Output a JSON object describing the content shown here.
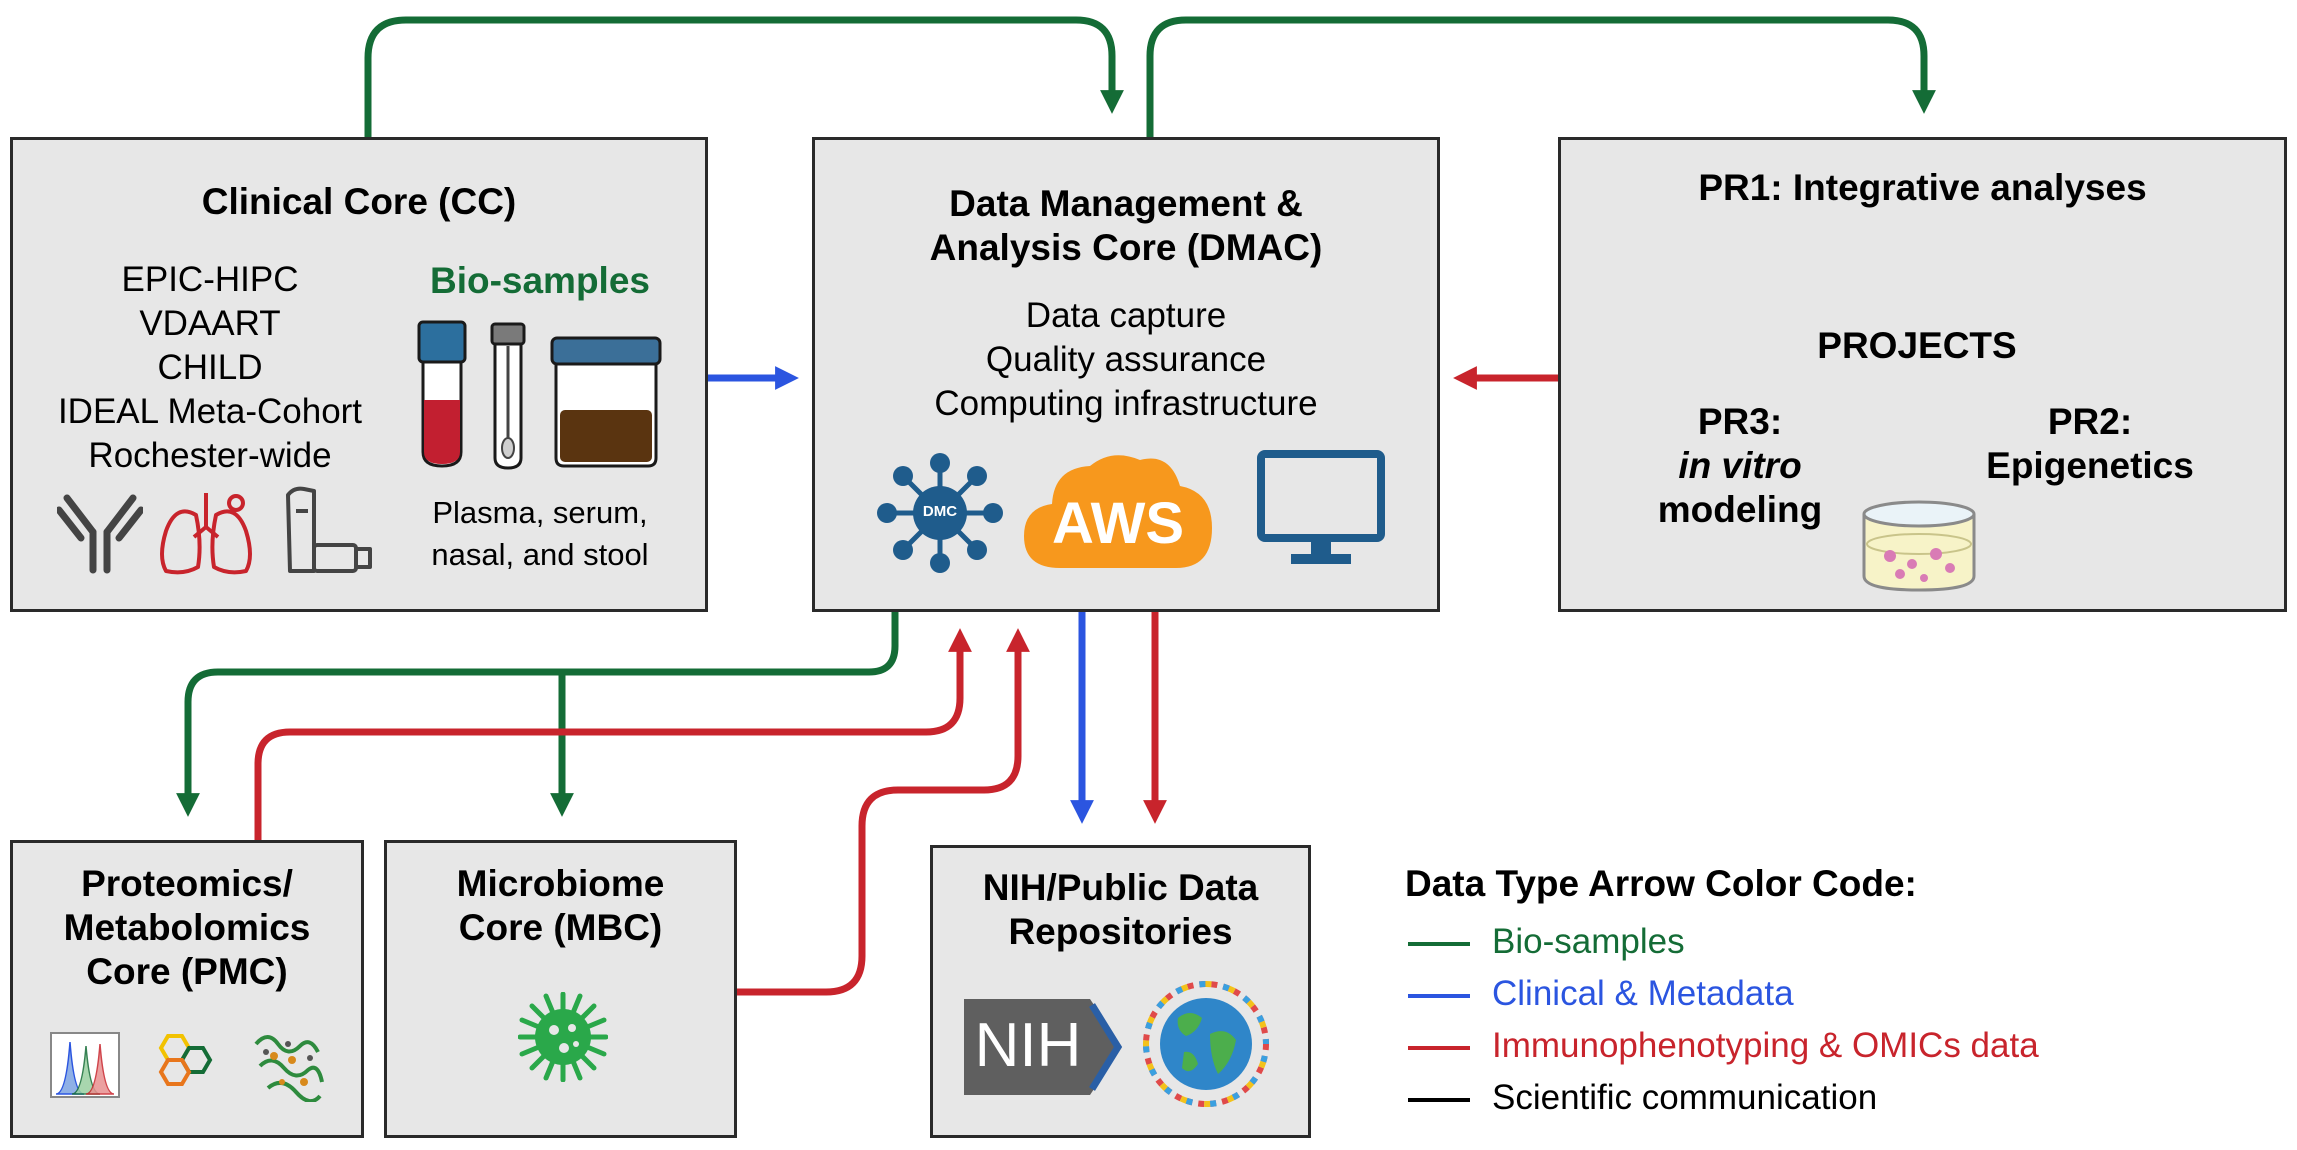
{
  "colors": {
    "green": "#146c36",
    "blue": "#2b55e0",
    "red": "#c8242c",
    "black": "#000000",
    "box_fill": "#e7e7e7",
    "aws_orange": "#f7981d",
    "icon_blue": "#1f5c8c"
  },
  "clinical_core": {
    "title": "Clinical Core (CC)",
    "cohorts": [
      "EPIC-HIPC",
      "VDAART",
      "CHILD",
      "IDEAL Meta-Cohort",
      "Rochester-wide"
    ],
    "biosamples_heading": "Bio-samples",
    "sample_types": [
      "Plasma, serum,",
      "nasal, and stool"
    ]
  },
  "dmac": {
    "title_lines": [
      "Data Management &",
      "Analysis Core (DMAC)"
    ],
    "functions": [
      "Data capture",
      "Quality assurance",
      "Computing infrastructure"
    ],
    "network_label": "DMC",
    "cloud_label": "AWS"
  },
  "projects": {
    "center_label": "PROJECTS",
    "pr1": "PR1: Integrative analyses",
    "pr2": [
      "PR2:",
      "Epigenetics"
    ],
    "pr3": [
      "PR3:",
      "in vitro",
      "modeling"
    ]
  },
  "pmc": {
    "title_lines": [
      "Proteomics/",
      "Metabolomics",
      "Core (PMC)"
    ]
  },
  "mbc": {
    "title_lines": [
      "Microbiome",
      "Core (MBC)"
    ]
  },
  "nih": {
    "title_lines": [
      "NIH/Public Data",
      "Repositories"
    ],
    "logo_text": "NIH"
  },
  "legend": {
    "title": "Data Type Arrow Color Code:",
    "items": [
      {
        "label": "Bio-samples",
        "color": "#146c36"
      },
      {
        "label": "Clinical & Metadata",
        "color": "#2b55e0"
      },
      {
        "label": "Immunophenotyping & OMICs data",
        "color": "#c8242c"
      },
      {
        "label": "Scientific communication",
        "color": "#000000"
      }
    ]
  }
}
